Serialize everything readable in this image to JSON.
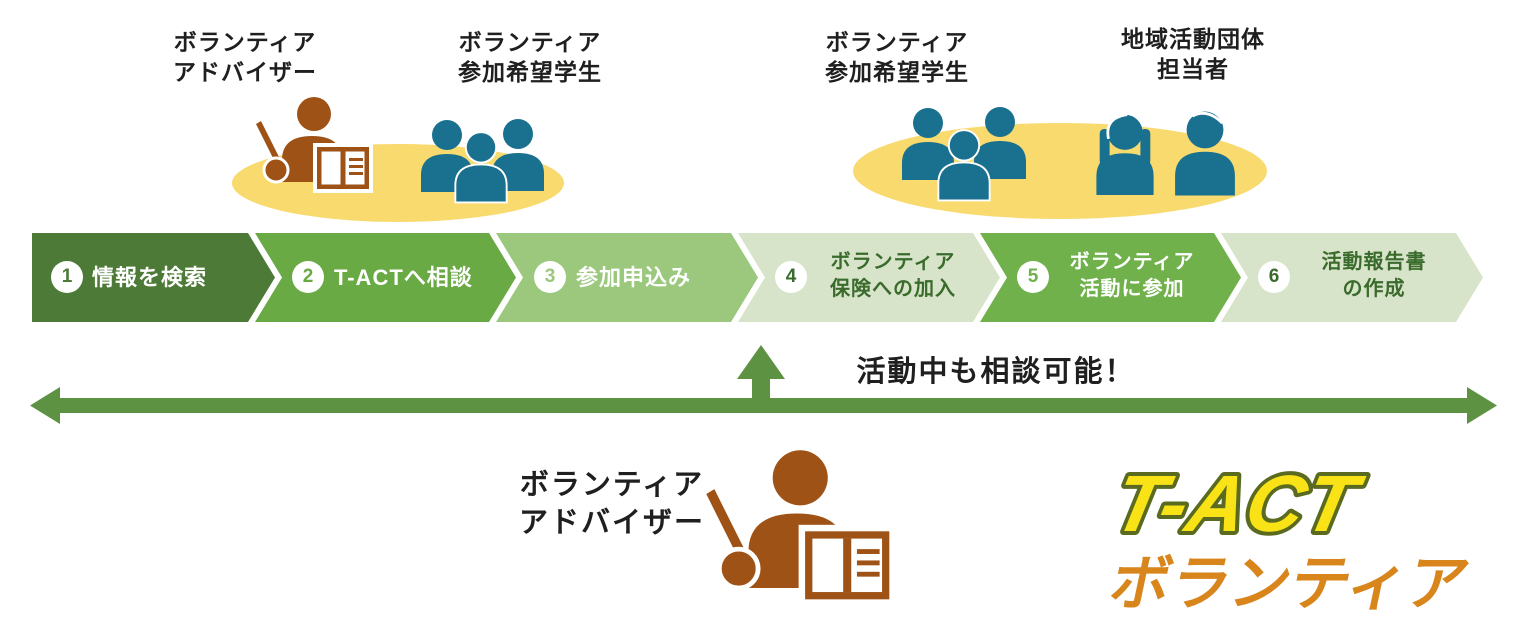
{
  "scenes": {
    "top_left": {
      "advisor_label": [
        "ボランティア",
        "アドバイザー"
      ],
      "students_label": [
        "ボランティア",
        "参加希望学生"
      ]
    },
    "top_right": {
      "students_label": [
        "ボランティア",
        "参加希望学生"
      ],
      "staff_label": [
        "地域活動団体",
        "担当者"
      ]
    },
    "bottom": {
      "advisor_label": [
        "ボランティア",
        "アドバイザー"
      ]
    }
  },
  "steps": [
    {
      "num": "1",
      "lines": [
        "情報を検索"
      ],
      "bg": "#4d7b37",
      "text_color": "#ffffff",
      "num_color": "#4d7b37"
    },
    {
      "num": "2",
      "lines": [
        "T-ACTへ相談"
      ],
      "bg": "#69aa45",
      "text_color": "#ffffff",
      "num_color": "#69aa45"
    },
    {
      "num": "3",
      "lines": [
        "参加申込み"
      ],
      "bg": "#9bc87c",
      "text_color": "#ffffff",
      "num_color": "#9bc87c"
    },
    {
      "num": "4",
      "lines": [
        "ボランティア",
        "保険への加入"
      ],
      "bg": "#d7e4ca",
      "text_color": "#3a6b2c",
      "num_color": "#3a6b2c"
    },
    {
      "num": "5",
      "lines": [
        "ボランティア",
        "活動に参加"
      ],
      "bg": "#70b14b",
      "text_color": "#ffffff",
      "num_color": "#70b14b"
    },
    {
      "num": "6",
      "lines": [
        "活動報告書",
        "の作成"
      ],
      "bg": "#d7e4ca",
      "text_color": "#3a6b2c",
      "num_color": "#3a6b2c"
    }
  ],
  "consultation_note": "活動中も相談可能！",
  "logo": {
    "line1": "T-ACT",
    "line2": "ボランティア"
  },
  "colors": {
    "ellipse_yellow": "#f8da6e",
    "person_blue": "#19708f",
    "person_brown": "#9e5216",
    "arrow_green": "#5d9243",
    "label_black": "#1f1f1f",
    "logo_yellow": "#f9e216",
    "logo_outline": "#5a6a1e",
    "logo_orange": "#d8851c"
  }
}
